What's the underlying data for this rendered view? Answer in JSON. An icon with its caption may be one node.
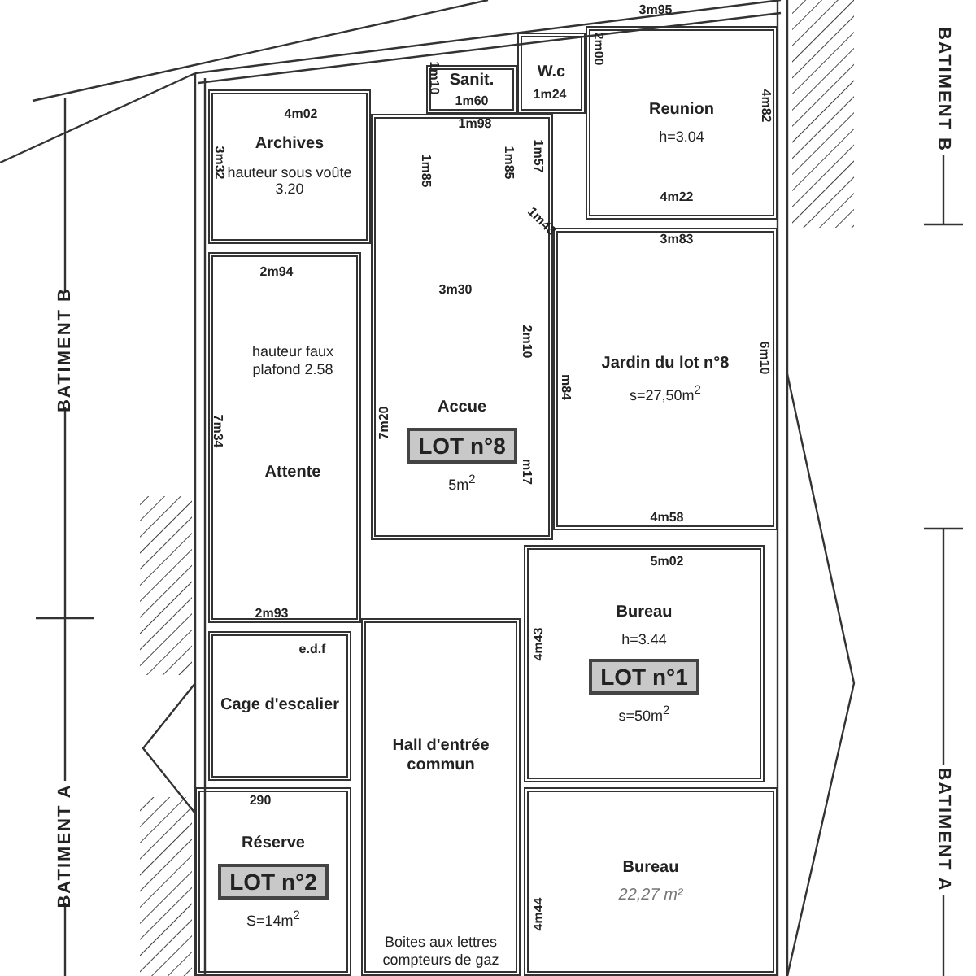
{
  "diagram": {
    "nodes": [
      {
        "text": [
          "Sanit."
        ]
      },
      {
        "text": [
          "W.c"
        ]
      },
      {
        "text": [
          "Reunion",
          "h=3.04"
        ]
      },
      {
        "text": [
          "Archives",
          "hauteur sous voûte 3.20"
        ]
      },
      {
        "text": [
          "hauteur faux plafond 2.58",
          "Attente"
        ]
      },
      {
        "text": [
          "Accue",
          "LOT n°8",
          "5m$^{2}$"
        ]
      },
      {
        "text": [
          "Jardin du lot n°8",
          "s=27,50m$^{2}$"
        ]
      },
      {
        "text": [
          "Bureau",
          "h=3.44",
          "LOT n°1",
          "s=50m$^{2}$"
        ]
      },
      {
        "text": [
          "Cage d'escalier"
        ]
      },
      {
        "text": [
          "Hall d'entrée commun",
          "Boites aux lettres compteurs de gaz"
        ]
      },
      {
        "text": [
          "Réserve",
          "LOT n°2",
          "S=14m$^{2}$"
        ]
      },
      {
        "text": [
          "Bureau",
          "22,27 m²"
        ]
      }
    ],
    "labels": [
      "3m95",
      "1m10",
      "1m60",
      "1m24",
      "2m00",
      "4m82",
      "4m02",
      "3m32",
      "1m98",
      "1m85",
      "1m85",
      "1m57",
      "4m22",
      "3m83",
      "1m43",
      "2m94",
      "3m30",
      "2m10",
      "6m10",
      "7m34",
      "7m20",
      "m84",
      "m17",
      "4m58",
      "5m02",
      "2m93",
      "e.d.f",
      "4m43",
      "290",
      "4m44",
      "BATIMENT B",
      "BATIMENT B",
      "BATIMENT A",
      "BATIMENT A"
    ]
  }
}
